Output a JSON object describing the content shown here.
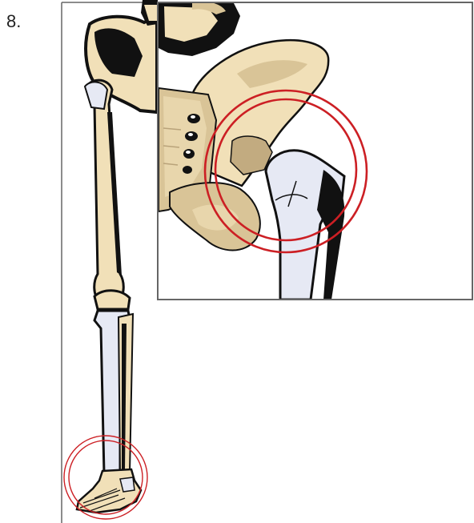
{
  "figure": {
    "number_label": "8."
  },
  "colors": {
    "bone": "#f1e0b8",
    "bone_shade": "#d9c497",
    "femur_head": "#e6e9f4",
    "outline": "#111111",
    "highlight_circle": "#cc1f24",
    "frame": "#666666"
  },
  "icons": {
    "full_leg": "skeleton-leg-illustration",
    "hip_zoom": "hip-joint-zoom-illustration",
    "ankle_marker": "ankle-highlight-circle",
    "hip_marker": "hip-highlight-circle"
  }
}
